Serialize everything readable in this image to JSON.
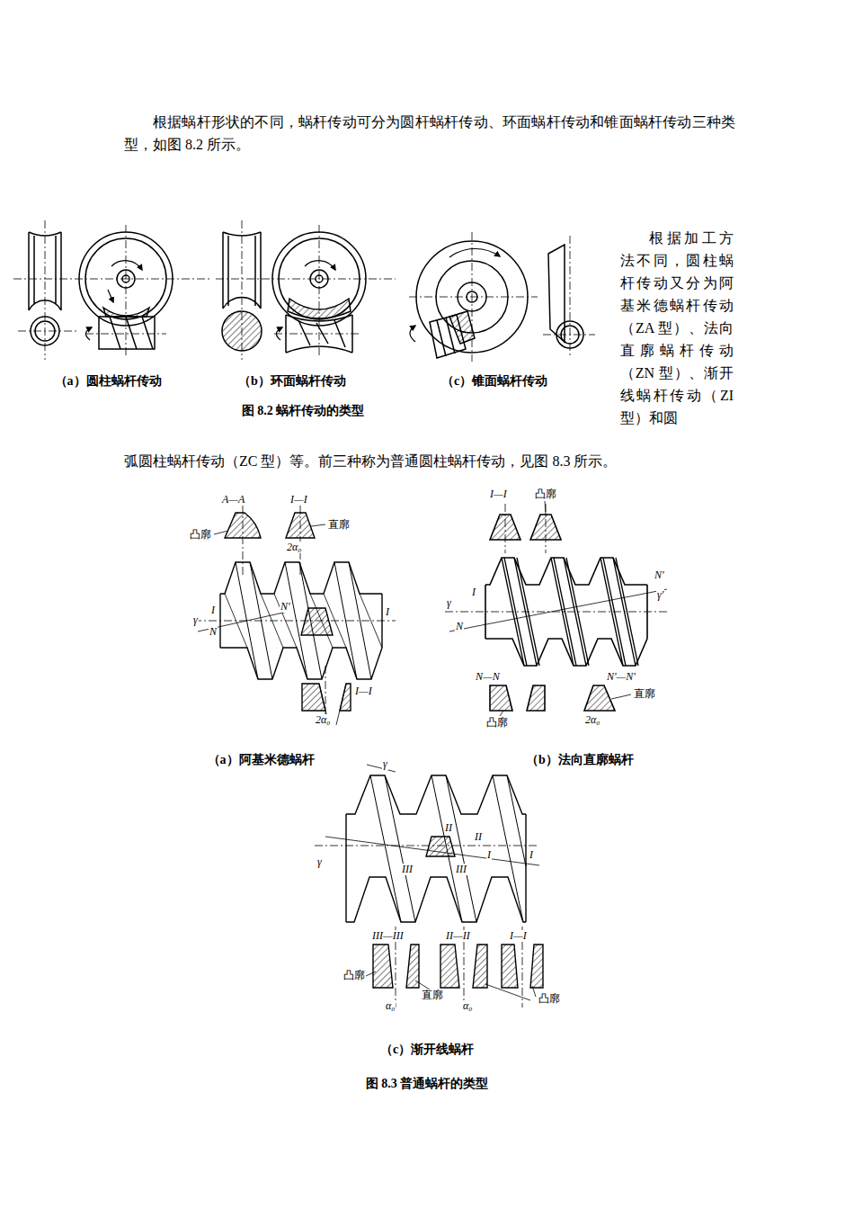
{
  "diagram": {
    "labels": [
      "根据蜗杆形状的不同，蜗杆传动可分为圆杆蜗杆传动、环面蜗杆传动和锥面蜗杆传动三种类型，如图 8.2 所示。",
      "（a）圆柱蜗杆传动",
      "（b）环面蜗杆传动",
      "（c）锥面蜗杆传动",
      "图 8.2 蜗杆传动的类型",
      "根据加工方法不同，圆柱蜗杆传动又分为阿基米德蜗杆传动（ZA 型）、法向直廓蜗杆传动（ZN 型）、渐开线蜗杆传动（ZI 型）和圆",
      "弧圆柱蜗杆传动（ZC 型）等。前三种称为普通圆柱蜗杆传动，见图 8.3 所示。",
      "A—A",
      "I—I",
      "凸廓",
      "直廓",
      "2α₀",
      "γ",
      "I",
      "N",
      "N'",
      "I",
      "I—I",
      "2α₀",
      "I—I",
      "凸廓",
      "γ",
      "N",
      "I",
      "N'",
      "γ'",
      "N—N",
      "N'—N'",
      "直廓",
      "凸廓",
      "2α₀",
      "γ",
      "γ",
      "II",
      "II",
      "I",
      "I",
      "III",
      "III",
      "III—III",
      "II—II",
      "I—I",
      "凸廓",
      "直廓",
      "凸廓",
      "α₀",
      "α₀",
      "（a）阿基米德蜗杆",
      "（b）法向直廓蜗杆",
      "（c）渐开线蜗杆",
      "图 8.3  普通蜗杆的类型"
    ]
  }
}
